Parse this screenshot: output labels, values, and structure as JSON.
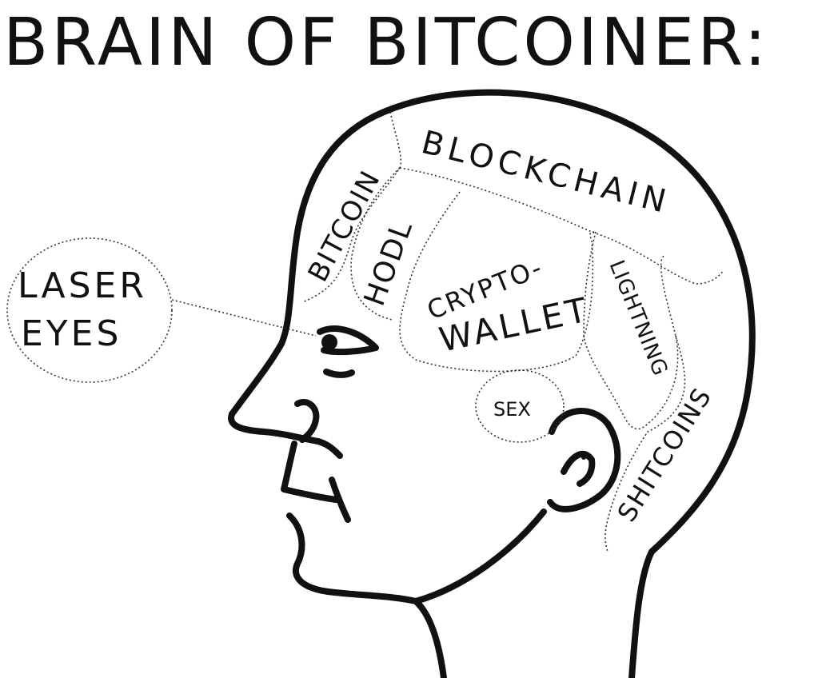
{
  "title": "BRAIN OF BITCOINER:",
  "callout": {
    "line1": "LASER",
    "line2": "EYES"
  },
  "regions": {
    "bitcoin": "BITCOIN",
    "hodl": "HODL",
    "blockchain": "BLOCKCHAIN",
    "crypto_line1": "CRYPTO-",
    "crypto_line2": "WALLET",
    "lightning": "LIGHTNING",
    "sex": "SEX",
    "shitcoins": "SHITCOINS"
  }
}
